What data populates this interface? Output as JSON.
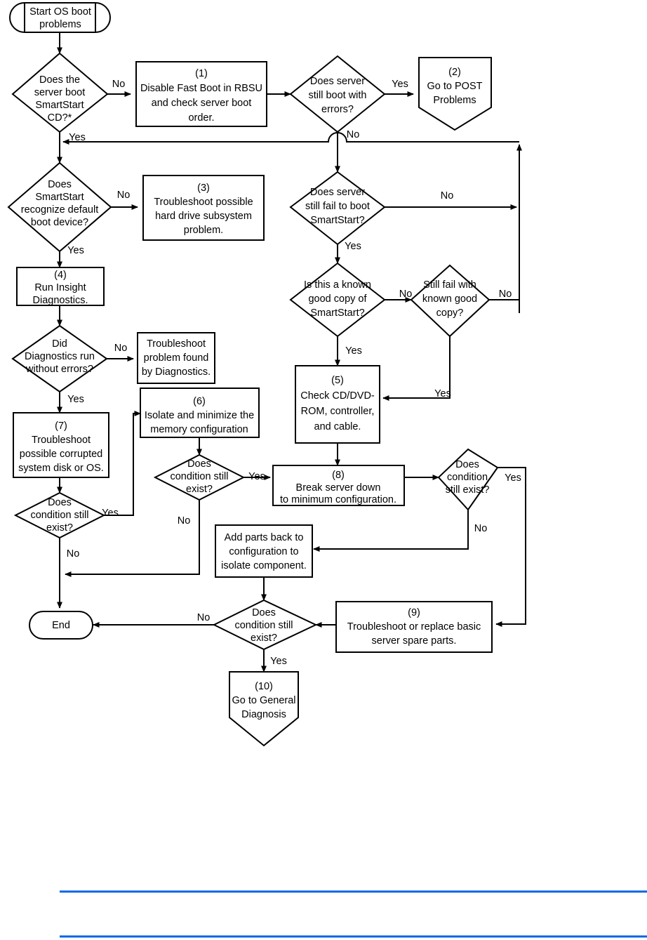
{
  "diagram": {
    "title": "OS boot problems flowchart",
    "nodes": [
      {
        "id": "start",
        "shape": "terminator",
        "lines": [
          "Start OS boot",
          "problems"
        ]
      },
      {
        "id": "d1",
        "shape": "decision",
        "lines": [
          "Does the",
          "server boot",
          "SmartStart",
          "CD?*"
        ]
      },
      {
        "id": "p1",
        "shape": "process",
        "lines": [
          "(1)",
          "Disable Fast Boot in RBSU",
          "and check server boot",
          "order."
        ]
      },
      {
        "id": "d2",
        "shape": "decision",
        "lines": [
          "Does server",
          "still boot with",
          "errors?"
        ]
      },
      {
        "id": "p2",
        "shape": "pentagon",
        "lines": [
          "(2)",
          "Go to POST",
          "Problems"
        ]
      },
      {
        "id": "d3",
        "shape": "decision",
        "lines": [
          "Does",
          "SmartStart",
          "recognize default",
          "boot device?"
        ]
      },
      {
        "id": "p3",
        "shape": "process",
        "lines": [
          "(3)",
          "Troubleshoot possible",
          "hard drive subsystem",
          "problem."
        ]
      },
      {
        "id": "d4",
        "shape": "decision",
        "lines": [
          "Does server",
          "still fail to boot",
          "SmartStart?"
        ]
      },
      {
        "id": "p4",
        "shape": "process",
        "lines": [
          "(4)",
          "Run Insight",
          "Diagnostics."
        ]
      },
      {
        "id": "d5",
        "shape": "decision",
        "lines": [
          "Is this a known",
          "good copy of",
          "SmartStart?"
        ]
      },
      {
        "id": "d6",
        "shape": "decision",
        "lines": [
          "Still fail with",
          "known good",
          "copy?"
        ]
      },
      {
        "id": "d7",
        "shape": "decision",
        "lines": [
          "Did",
          "Diagnostics run",
          "without errors?"
        ]
      },
      {
        "id": "pdiag",
        "shape": "process",
        "lines": [
          "Troubleshoot",
          "problem found",
          "by Diagnostics."
        ]
      },
      {
        "id": "p5",
        "shape": "process",
        "lines": [
          "(5)",
          "Check CD/DVD-",
          "ROM, controller,",
          "and cable."
        ]
      },
      {
        "id": "p7",
        "shape": "process",
        "lines": [
          "(7)",
          "Troubleshoot",
          "possible corrupted",
          "system disk or OS."
        ]
      },
      {
        "id": "p6",
        "shape": "process",
        "lines": [
          "(6)",
          "Isolate and minimize the",
          "memory configuration"
        ]
      },
      {
        "id": "d8",
        "shape": "decision",
        "lines": [
          "Does",
          "condition still",
          "exist?"
        ]
      },
      {
        "id": "p8",
        "shape": "process",
        "lines": [
          "(8)",
          "Break server down",
          "to minimum configuration."
        ]
      },
      {
        "id": "d9",
        "shape": "decision",
        "lines": [
          "Does",
          "condition",
          "still exist?"
        ]
      },
      {
        "id": "d10",
        "shape": "decision",
        "lines": [
          "Does",
          "condition still",
          "exist?"
        ]
      },
      {
        "id": "paddback",
        "shape": "process",
        "lines": [
          "Add parts back to",
          "configuration to",
          "isolate component."
        ]
      },
      {
        "id": "end",
        "shape": "terminator",
        "lines": [
          "End"
        ]
      },
      {
        "id": "d11",
        "shape": "decision",
        "lines": [
          "Does",
          "condition still",
          "exist?"
        ]
      },
      {
        "id": "p9",
        "shape": "process",
        "lines": [
          "(9)",
          "Troubleshoot or replace basic",
          "server spare parts."
        ]
      },
      {
        "id": "p10",
        "shape": "pentagon",
        "lines": [
          "(10)",
          "Go to General",
          "Diagnosis"
        ]
      }
    ],
    "edge_labels": {
      "d1_no": "No",
      "d1_yes": "Yes",
      "d2_yes": "Yes",
      "d2_no": "No",
      "d3_no": "No",
      "d3_yes": "Yes",
      "d4_no": "No",
      "d4_yes": "Yes",
      "d5_no": "No",
      "d5_yes": "Yes",
      "d6_no": "No",
      "d6_yes": "Yes",
      "d7_no": "No",
      "d7_yes": "Yes",
      "d8_yes": "Yes",
      "d8_no": "No",
      "d9_yes": "Yes",
      "d9_no": "No",
      "d10_yes": "Yes",
      "d10_no": "No",
      "d11_no": "No",
      "d11_yes": "Yes"
    },
    "colors": {
      "stroke": "#000000",
      "fill": "#ffffff",
      "rule": "#0a64e6"
    }
  },
  "footer": {
    "rule_top_label": "horizontal-rule",
    "rule_bottom_label": "horizontal-rule"
  }
}
